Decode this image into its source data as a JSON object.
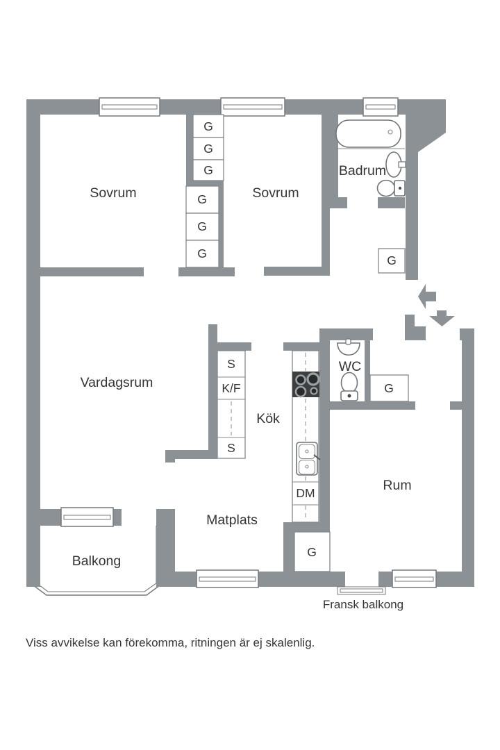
{
  "labels": {
    "sovrum_left": "Sovrum",
    "sovrum_right": "Sovrum",
    "badrum": "Badrum",
    "vardagsrum": "Vardagsrum",
    "kok": "Kök",
    "wc": "WC",
    "rum": "Rum",
    "matplats": "Matplats",
    "balkong": "Balkong",
    "fransk_balkong": "Fransk balkong"
  },
  "wardrobes": [
    "G",
    "G",
    "G",
    "G",
    "G",
    "G",
    "G",
    "G",
    "G"
  ],
  "kitchen": {
    "cabinet_top": "S",
    "fridge_freezer": "K/F",
    "cabinet_bottom": "S",
    "dishwasher": "DM"
  },
  "disclaimer": "Viss avvikelse kan förekomma, ritningen är ej skalenlig.",
  "colors": {
    "wall": "#8c9196",
    "fixture_outline": "#75797d",
    "text": "#333537",
    "stove": "#3c3e40"
  }
}
